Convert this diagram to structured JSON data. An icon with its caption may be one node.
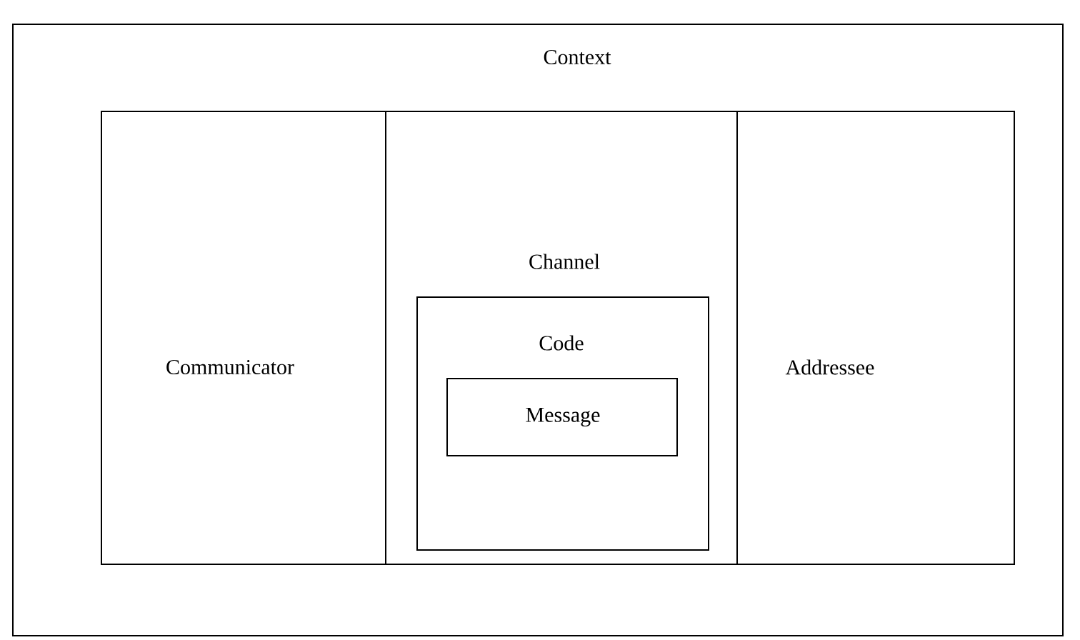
{
  "diagram": {
    "nodes": [
      {
        "text": [
          "Context"
        ]
      },
      {
        "text": [
          "Communicator"
        ],
        "in": 0
      },
      {
        "text": [
          "Channel"
        ],
        "in": 0
      },
      {
        "text": [
          "Addressee"
        ],
        "in": 0
      },
      {
        "text": [
          "Code"
        ],
        "in": 2
      },
      {
        "text": [
          "Message"
        ],
        "in": 4
      }
    ]
  }
}
